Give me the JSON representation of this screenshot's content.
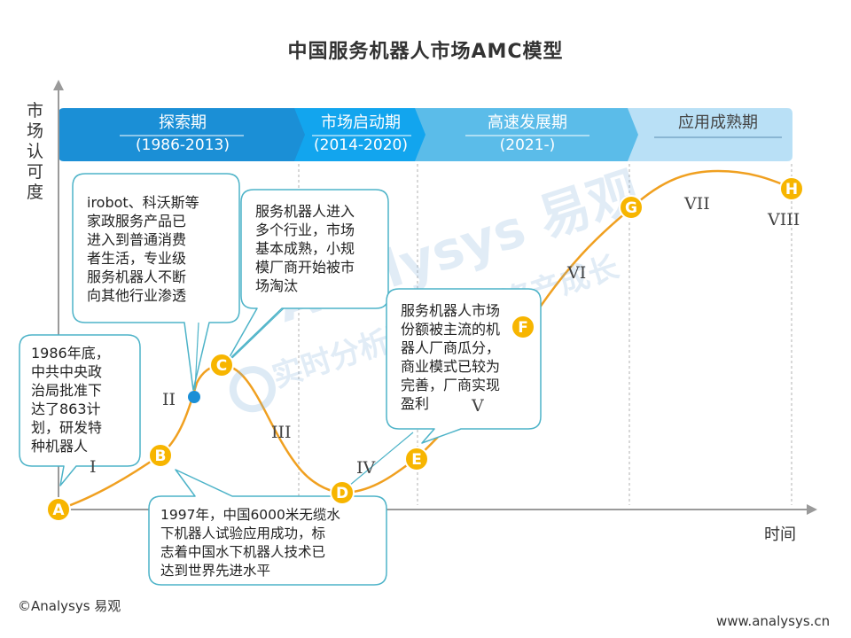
{
  "title": "中国服务机器人市场AMC模型",
  "y_axis_label": "市场认可度",
  "x_axis_label": "时间",
  "phases": [
    {
      "name": "探索期",
      "years": "(1986-2013)",
      "color": "#1b8fd6"
    },
    {
      "name": "市场启动期",
      "years": "(2014-2020)",
      "color": "#12a5ee"
    },
    {
      "name": "高速发展期",
      "years": "(2021-)",
      "color": "#5bbce9"
    },
    {
      "name": "应用成熟期",
      "years": "",
      "color": "#b9e0f6"
    }
  ],
  "points": [
    {
      "label": "A"
    },
    {
      "label": "B"
    },
    {
      "label": "C"
    },
    {
      "label": "D"
    },
    {
      "label": "E"
    },
    {
      "label": "F"
    },
    {
      "label": "G"
    },
    {
      "label": "H"
    }
  ],
  "stages": [
    "I",
    "II",
    "III",
    "IV",
    "V",
    "VI",
    "VII",
    "VIII"
  ],
  "callouts": [
    {
      "lines": [
        "1986年底，",
        "中共中央政",
        "治局批准下",
        "达了863计",
        "划，研发特",
        "种机器人"
      ]
    },
    {
      "lines": [
        "irobot、科沃斯等",
        "家政服务产品已",
        "进入到普通消费",
        "者生活，专业级",
        "服务机器人不断",
        "向其他行业渗透"
      ]
    },
    {
      "lines": [
        "服务机器人进入",
        "多个行业，市场",
        "基本成熟，小规",
        "模厂商开始被市",
        "场淘汰"
      ]
    },
    {
      "lines": [
        "服务机器人市场",
        "份额被主流的机",
        "器人厂商瓜分，",
        "商业模式已较为",
        "完善，厂商实现",
        "盈利"
      ]
    },
    {
      "lines": [
        "1997年，中国6000米无缆水",
        "下机器人试验应用成功，标",
        "志着中国水下机器人技术已",
        "达到世界先进水平"
      ]
    }
  ],
  "watermark": {
    "logo": "Analysys 易观",
    "slogan": "实时分析驱动用户资产成长"
  },
  "footer": {
    "copyright": "©Analysys 易观",
    "website": "www.analysys.cn"
  },
  "colors": {
    "curve": "#f0a020",
    "marker": "#f7b500",
    "milestone_dot": "#1b8fd6",
    "callout_border": "#4db3c8",
    "axis": "#9a9a9a"
  }
}
